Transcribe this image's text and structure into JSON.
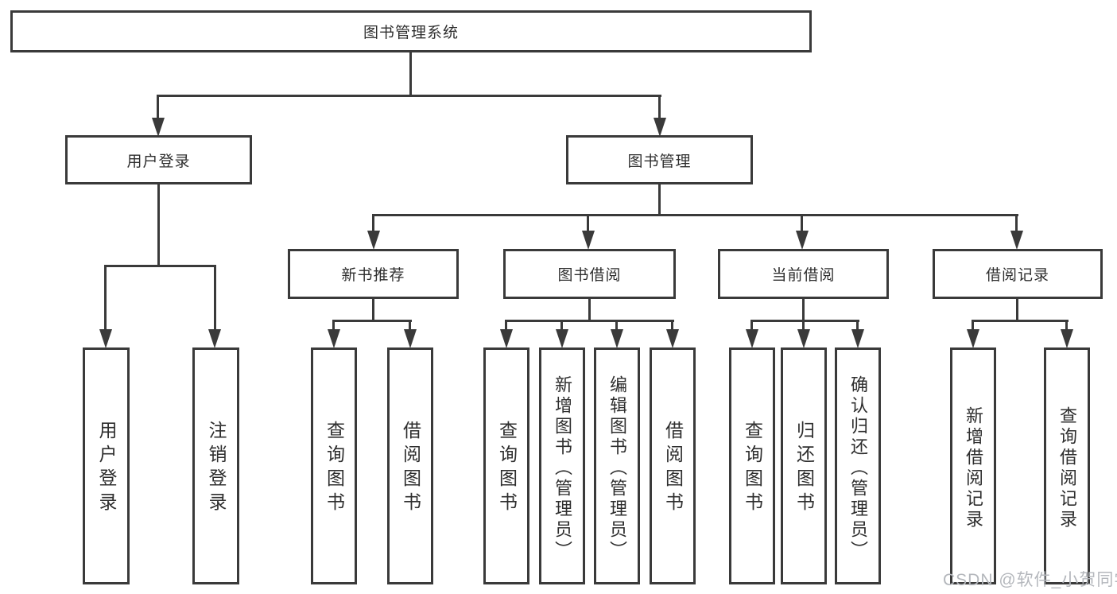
{
  "tree": {
    "root": {
      "label": "图书管理系统"
    },
    "branches": [
      {
        "label": "用户登录",
        "children": [
          {
            "label": "用户登录"
          },
          {
            "label": "注销登录"
          }
        ]
      },
      {
        "label": "图书管理",
        "groups": [
          {
            "label": "新书推荐",
            "children": [
              {
                "label": "查询图书"
              },
              {
                "label": "借阅图书"
              }
            ]
          },
          {
            "label": "图书借阅",
            "children": [
              {
                "label": "查询图书"
              },
              {
                "label": "新增图书（管理员）"
              },
              {
                "label": "编辑图书（管理员）"
              },
              {
                "label": "借阅图书"
              }
            ]
          },
          {
            "label": "当前借阅",
            "children": [
              {
                "label": "查询图书"
              },
              {
                "label": "归还图书"
              },
              {
                "label": "确认归还（管理员）"
              }
            ]
          },
          {
            "label": "借阅记录",
            "children": [
              {
                "label": "新增借阅记录"
              },
              {
                "label": "查询借阅记录"
              }
            ]
          }
        ]
      }
    ]
  },
  "watermark": "CSDN @软件_小贺同学",
  "colors": {
    "line": "#3a3a3a",
    "text": "#2e2e2e",
    "watermark": "#b4b7bc",
    "background": "#ffffff"
  }
}
